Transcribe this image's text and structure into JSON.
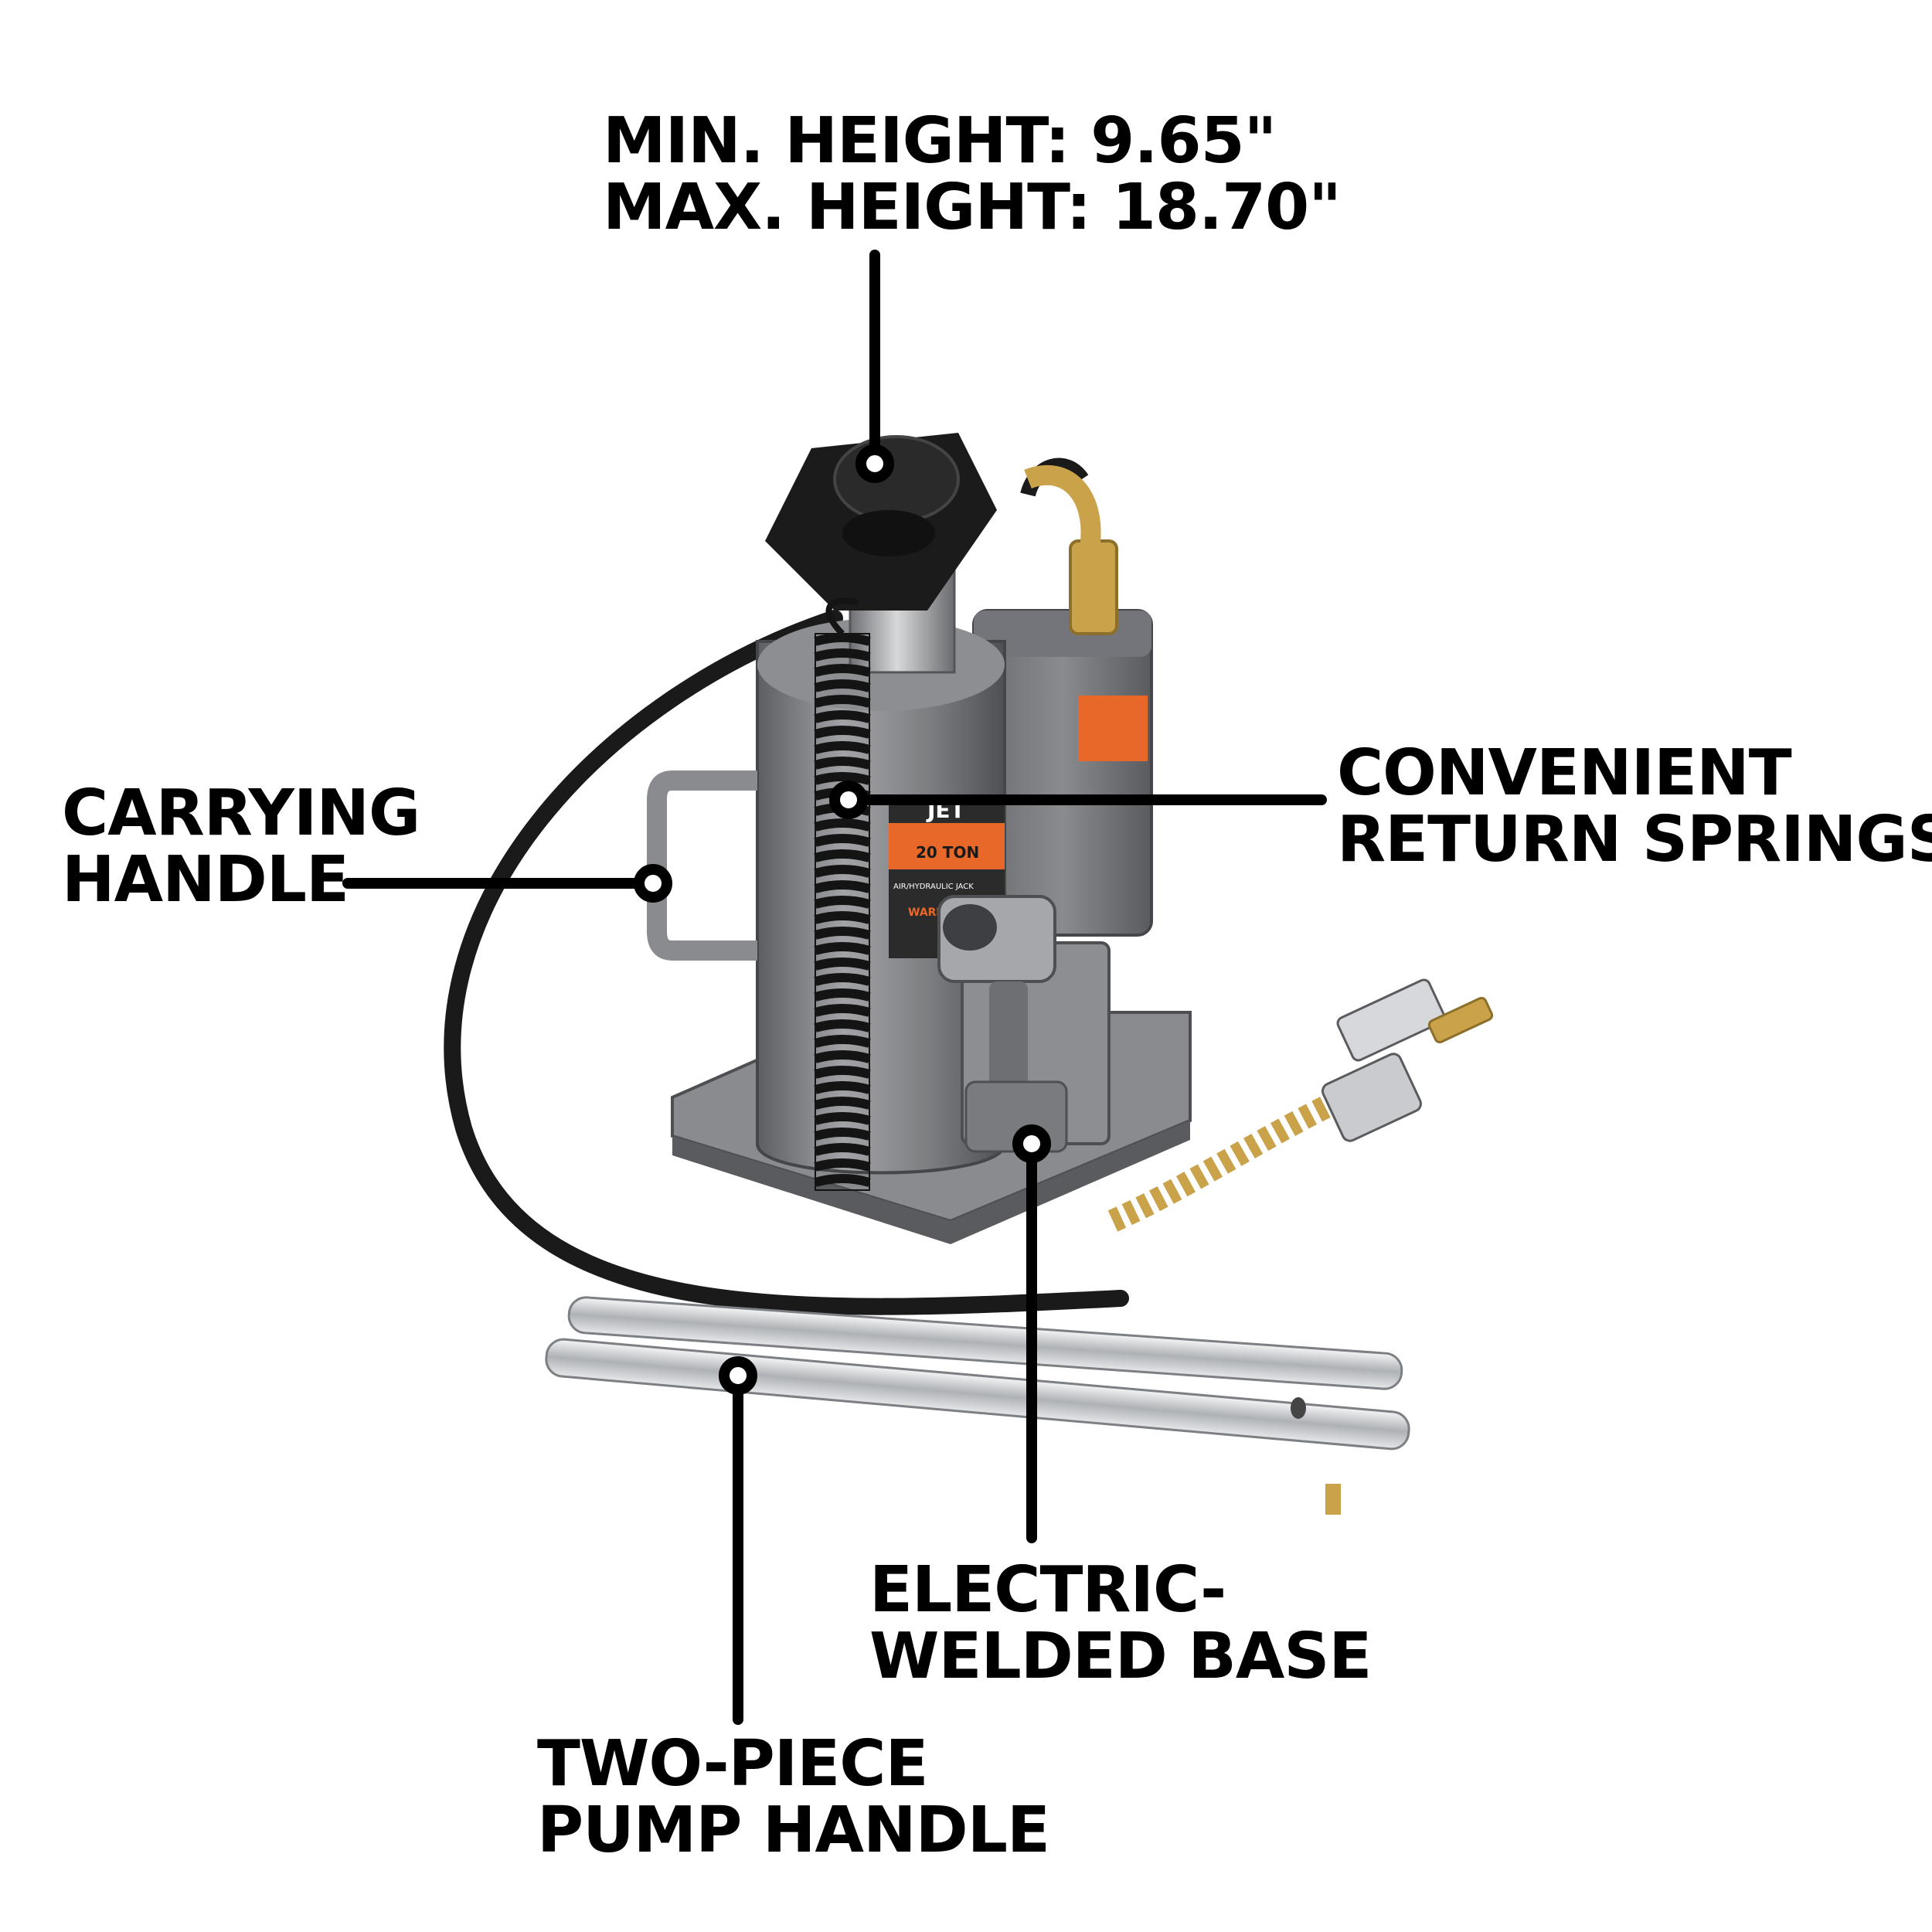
{
  "callouts": {
    "height": {
      "line1": "MIN. HEIGHT: 9.65\"",
      "line2": "MAX. HEIGHT: 18.70\""
    },
    "carrying_handle": {
      "line1": "CARRYING",
      "line2": "HANDLE"
    },
    "return_springs": {
      "line1": "CONVENIENT",
      "line2": "RETURN SPRINGS"
    },
    "base": {
      "line1": "ELECTRIC-",
      "line2": "WELDED BASE"
    },
    "pump_handle": {
      "line1": "TWO-PIECE",
      "line2": "PUMP HANDLE"
    }
  },
  "product": {
    "brand": "JET",
    "label_text": "AIR/HYDRAULIC JACK",
    "capacity": "20 TON",
    "warning": "WARNING"
  },
  "colors": {
    "body": "#7c7d80",
    "body_dark": "#55565a",
    "saddle": "#1b1b1b",
    "hose": "#1a1a1a",
    "brass": "#c9a24a",
    "label_orange": "#e8682a",
    "chrome": "#c8cbcf",
    "leader": "#000000"
  }
}
